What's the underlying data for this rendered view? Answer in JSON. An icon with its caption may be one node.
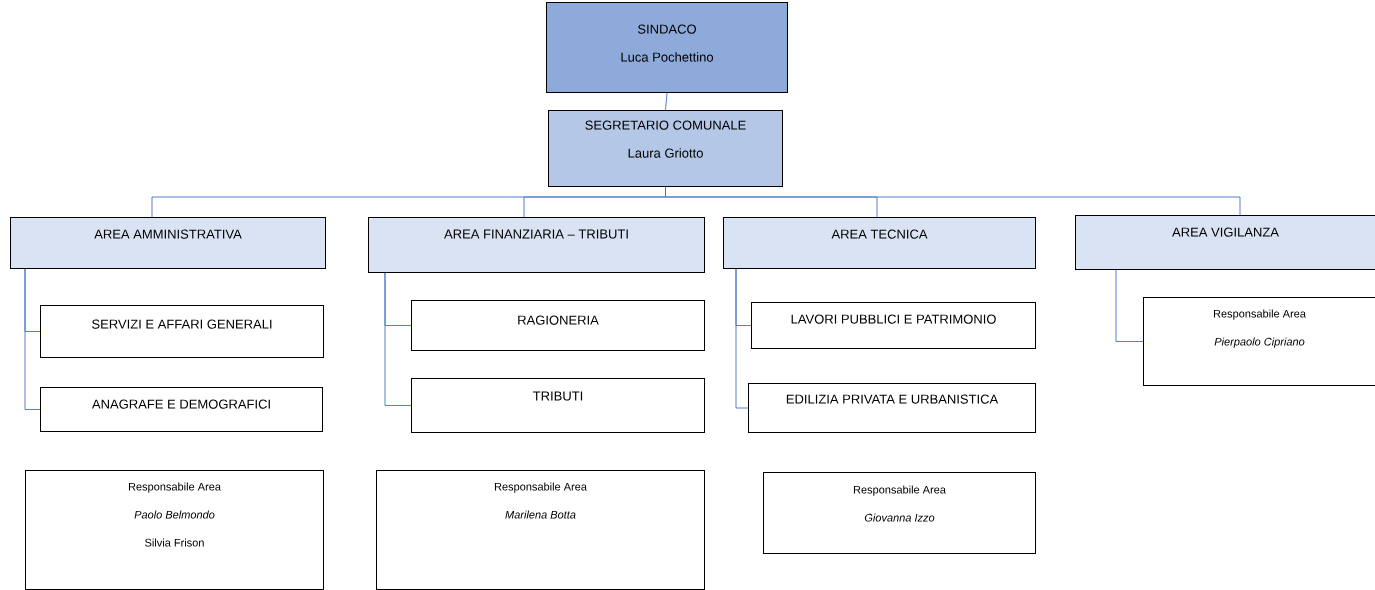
{
  "diagram": {
    "nodes": [
      {
        "text": [
          "SINDACO",
          "Luca Pochettino"
        ]
      },
      {
        "text": [
          "SEGRETARIO COMUNALE",
          "Laura Griotto"
        ]
      },
      {
        "text": [
          "AREA AMMINISTRATIVA"
        ]
      },
      {
        "text": [
          "AREA FINANZIARIA – TRIBUTI"
        ]
      },
      {
        "text": [
          "AREA TECNICA"
        ]
      },
      {
        "text": [
          "AREA VIGILANZA"
        ]
      },
      {
        "text": [
          "SERVIZI E AFFARI GENERALI"
        ]
      },
      {
        "text": [
          "ANAGRAFE E DEMOGRAFICI"
        ]
      },
      {
        "text": [
          "RAGIONERIA"
        ]
      },
      {
        "text": [
          "TRIBUTI"
        ]
      },
      {
        "text": [
          "LAVORI PUBBLICI E PATRIMONIO"
        ]
      },
      {
        "text": [
          "EDILIZIA PRIVATA E URBANISTICA"
        ]
      },
      {
        "text": [
          "Responsabile Area",
          "Pierpaolo Cipriano"
        ]
      },
      {
        "text": [
          "Responsabile Area",
          "Paolo Belmondo",
          "Silvia Frison"
        ]
      },
      {
        "text": [
          "Responsabile Area",
          "Marilena Botta"
        ]
      },
      {
        "text": [
          "Responsabile Area",
          "Giovanna Izzo"
        ]
      }
    ],
    "edges": [
      {
        "from": 0,
        "to": 1,
        "arrow": "none"
      },
      {
        "from": 1,
        "to": 2,
        "arrow": "none"
      },
      {
        "from": 1,
        "to": 3,
        "arrow": "none"
      },
      {
        "from": 1,
        "to": 4,
        "arrow": "none"
      },
      {
        "from": 1,
        "to": 5,
        "arrow": "none"
      },
      {
        "from": 2,
        "to": 6,
        "arrow": "none"
      },
      {
        "from": 2,
        "to": 7,
        "arrow": "none"
      },
      {
        "from": 3,
        "to": 8,
        "arrow": "none"
      },
      {
        "from": 3,
        "to": 9,
        "arrow": "none"
      },
      {
        "from": 4,
        "to": 10,
        "arrow": "none"
      },
      {
        "from": 4,
        "to": 11,
        "arrow": "none"
      },
      {
        "from": 5,
        "to": 12,
        "arrow": "none"
      }
    ]
  }
}
